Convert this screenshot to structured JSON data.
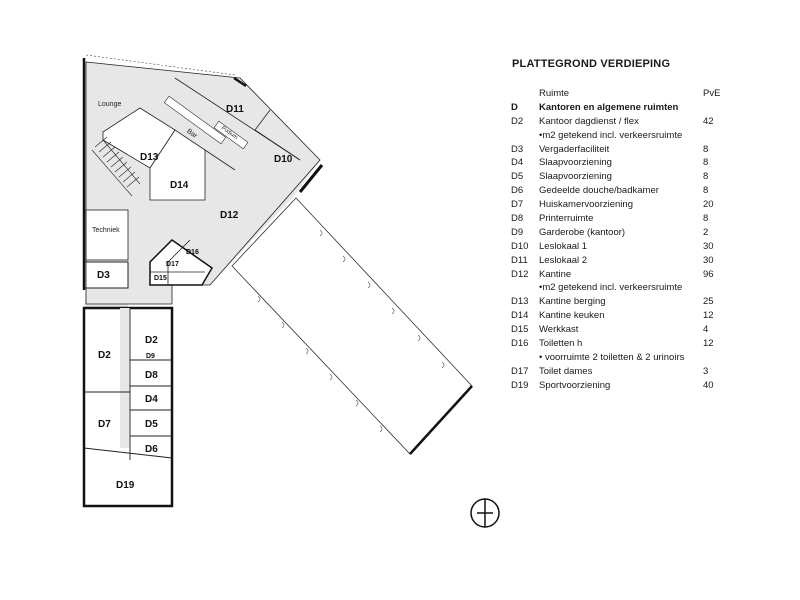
{
  "legend": {
    "title": "PLATTEGROND VERDIEPING",
    "header": {
      "code": "",
      "name": "Ruimte",
      "value": "PvE"
    },
    "rows": [
      {
        "code": "D",
        "name": "Kantoren en algemene ruimten",
        "value": "",
        "bold": true
      },
      {
        "code": "D2",
        "name": "Kantoor dagdienst / flex",
        "value": "42"
      },
      {
        "code": "",
        "name": "•m2 getekend incl. verkeersruimte",
        "value": ""
      },
      {
        "code": "D3",
        "name": "Vergaderfaciliteit",
        "value": "8"
      },
      {
        "code": "D4",
        "name": "Slaapvoorziening",
        "value": "8"
      },
      {
        "code": "D5",
        "name": "Slaapvoorziening",
        "value": "8"
      },
      {
        "code": "D6",
        "name": "Gedeelde douche/badkamer",
        "value": "8"
      },
      {
        "code": "D7",
        "name": "Huiskamervoorziening",
        "value": "20"
      },
      {
        "code": "D8",
        "name": "Printerruimte",
        "value": "8"
      },
      {
        "code": "D9",
        "name": "Garderobe (kantoor)",
        "value": "2"
      },
      {
        "code": "D10",
        "name": "Leslokaal 1",
        "value": "30"
      },
      {
        "code": "D11",
        "name": "Leslokaal 2",
        "value": "30"
      },
      {
        "code": "D12",
        "name": "Kantine",
        "value": "96"
      },
      {
        "code": "",
        "name": "•m2 getekend incl. verkeersruimte",
        "value": ""
      },
      {
        "code": "D13",
        "name": "Kantine berging",
        "value": "25"
      },
      {
        "code": "D14",
        "name": "Kantine keuken",
        "value": "12"
      },
      {
        "code": "D15",
        "name": "Werkkast",
        "value": "4"
      },
      {
        "code": "D16",
        "name": "Toiletten h",
        "value": "12"
      },
      {
        "code": "",
        "name": "• voorruimte 2 toiletten & 2 urinoirs",
        "value": ""
      },
      {
        "code": "D17",
        "name": "Toilet dames",
        "value": "3"
      },
      {
        "code": "D19",
        "name": "Sportvoorziening",
        "value": "40"
      }
    ]
  },
  "plan": {
    "labels": {
      "lounge": "Lounge",
      "techniek": "Techniek",
      "bar": "Bar",
      "podium": "Podium",
      "d2_a": "D2",
      "d2_b": "D2",
      "d3": "D3",
      "d4": "D4",
      "d5": "D5",
      "d6": "D6",
      "d7": "D7",
      "d8": "D8",
      "d9": "D9",
      "d10": "D10",
      "d11": "D11",
      "d12": "D12",
      "d13": "D13",
      "d14": "D14",
      "d15": "D15",
      "d16": "D16",
      "d17": "D17",
      "d19": "D19"
    }
  }
}
